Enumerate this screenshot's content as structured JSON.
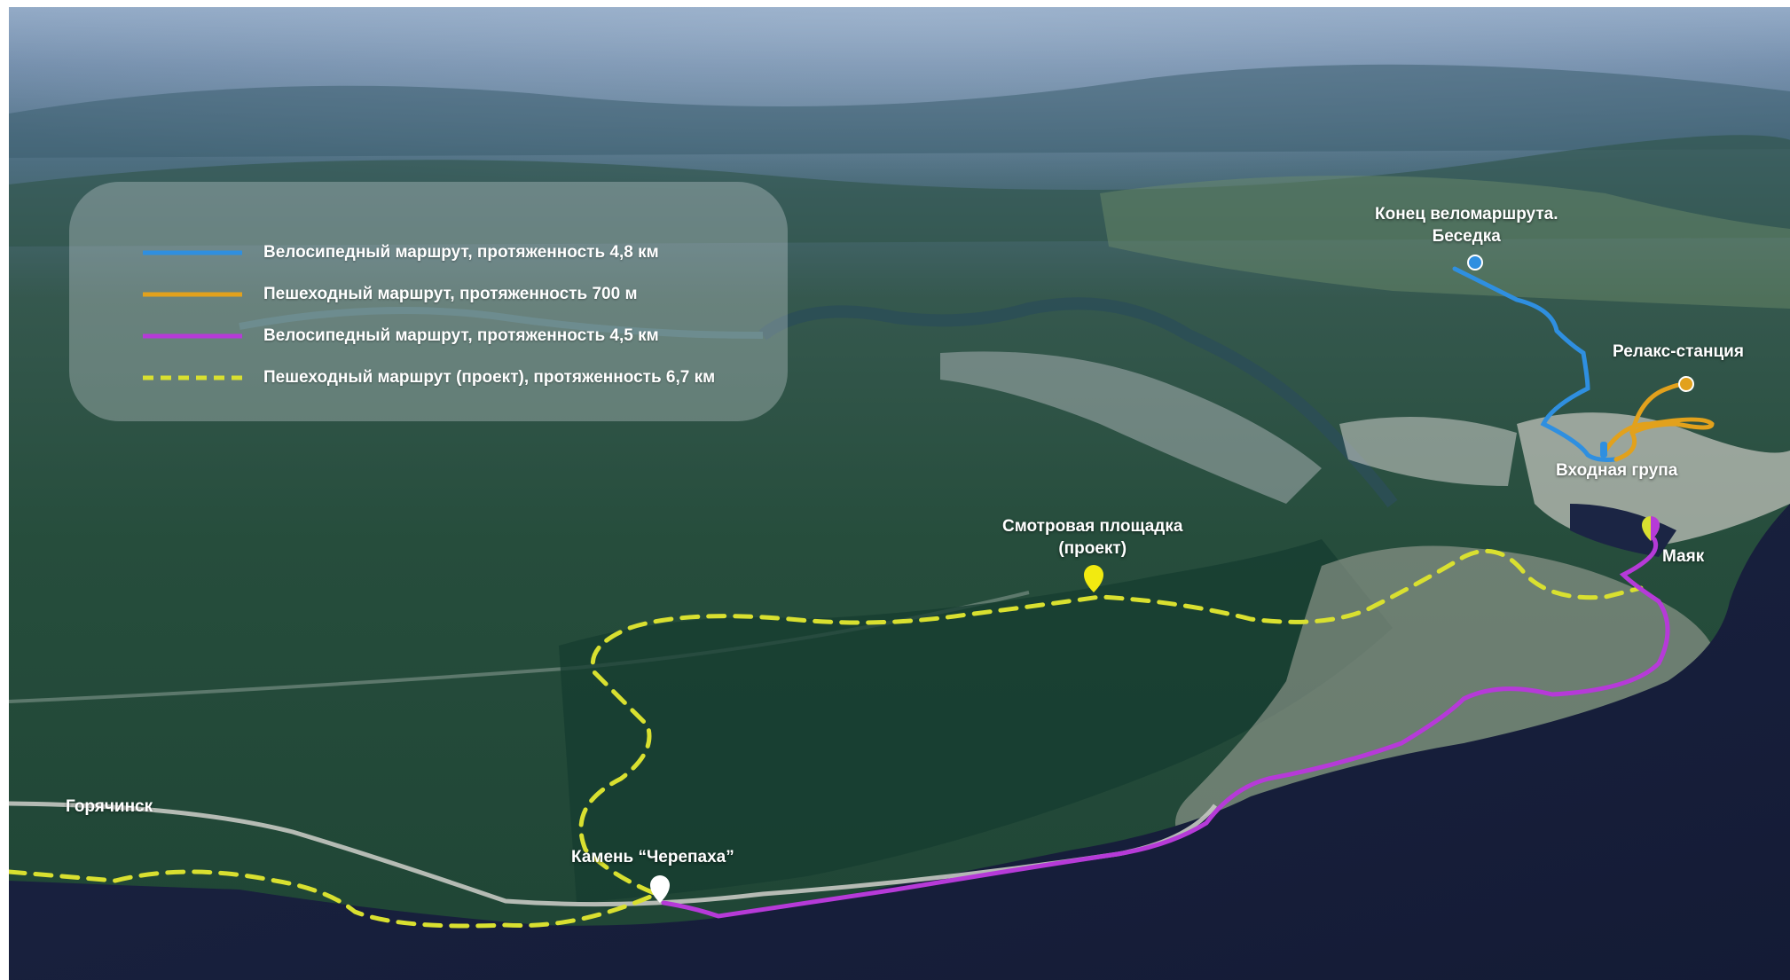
{
  "legend": {
    "items": [
      {
        "label": "Велосипедный маршрут, протяженность 4,8 км",
        "color": "#2f8fe0",
        "style": "solid"
      },
      {
        "label": "Пешеходный маршрут, протяженность 700 м",
        "color": "#e2a11c",
        "style": "solid"
      },
      {
        "label": "Велосипедный маршрут, протяженность 4,5 км",
        "color": "#b63ad8",
        "style": "solid"
      },
      {
        "label": "Пешеходный маршрут (проект), протяженность 6,7 км",
        "color": "#d9e030",
        "style": "dashed"
      }
    ]
  },
  "places": {
    "bike_end": {
      "line1": "Конец веломаршрута.",
      "line2": "Беседка"
    },
    "relax": "Релакс-станция",
    "entrance": "Входная група",
    "lighthouse": "Маяк",
    "viewpoint": {
      "line1": "Смотровая площадка",
      "line2": "(проект)"
    },
    "goryachinsk": "Горячинск",
    "stone": "Камень “Черепаха”"
  },
  "colors": {
    "bike_blue": "#2f8fe0",
    "walk_orange": "#e2a11c",
    "bike_purple": "#b63ad8",
    "walk_yellow_dashed": "#d9e030",
    "lake": "#1a2440",
    "forest": "#1e4a3a"
  }
}
